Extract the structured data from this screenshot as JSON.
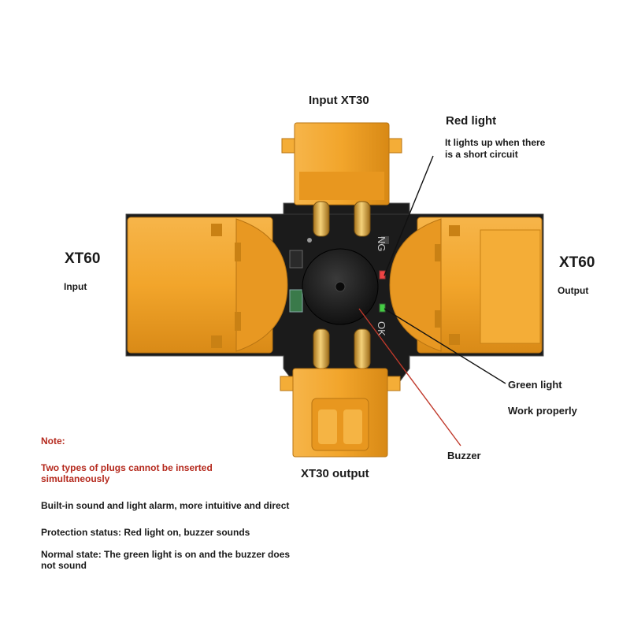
{
  "labels": {
    "input_xt30": "Input XT30",
    "red_light": "Red light",
    "red_light_desc_1": "It lights up when there",
    "red_light_desc_2": "is a short circuit",
    "xt60_left": "XT60",
    "input_left": "Input",
    "xt60_right": "XT60",
    "output_right": "Output",
    "green_light": "Green light",
    "work_properly": "Work properly",
    "buzzer": "Buzzer",
    "xt30_output": "XT30 output",
    "pcb_ng": "NG",
    "pcb_ok": "OK"
  },
  "notes": {
    "heading": "Note:",
    "warning_1": "Two types of plugs cannot be inserted",
    "warning_2": "simultaneously",
    "feature": "Built-in sound and light alarm, more intuitive and direct",
    "protection": "Protection status: Red light on, buzzer sounds",
    "normal_1": "Normal state: The green light is on and the buzzer does",
    "normal_2": "not sound"
  },
  "colors": {
    "connector_orange": "#f2a52b",
    "pcb_black": "#1c1c1c",
    "callout_red": "#c0392b",
    "note_red": "#b52a1e"
  }
}
